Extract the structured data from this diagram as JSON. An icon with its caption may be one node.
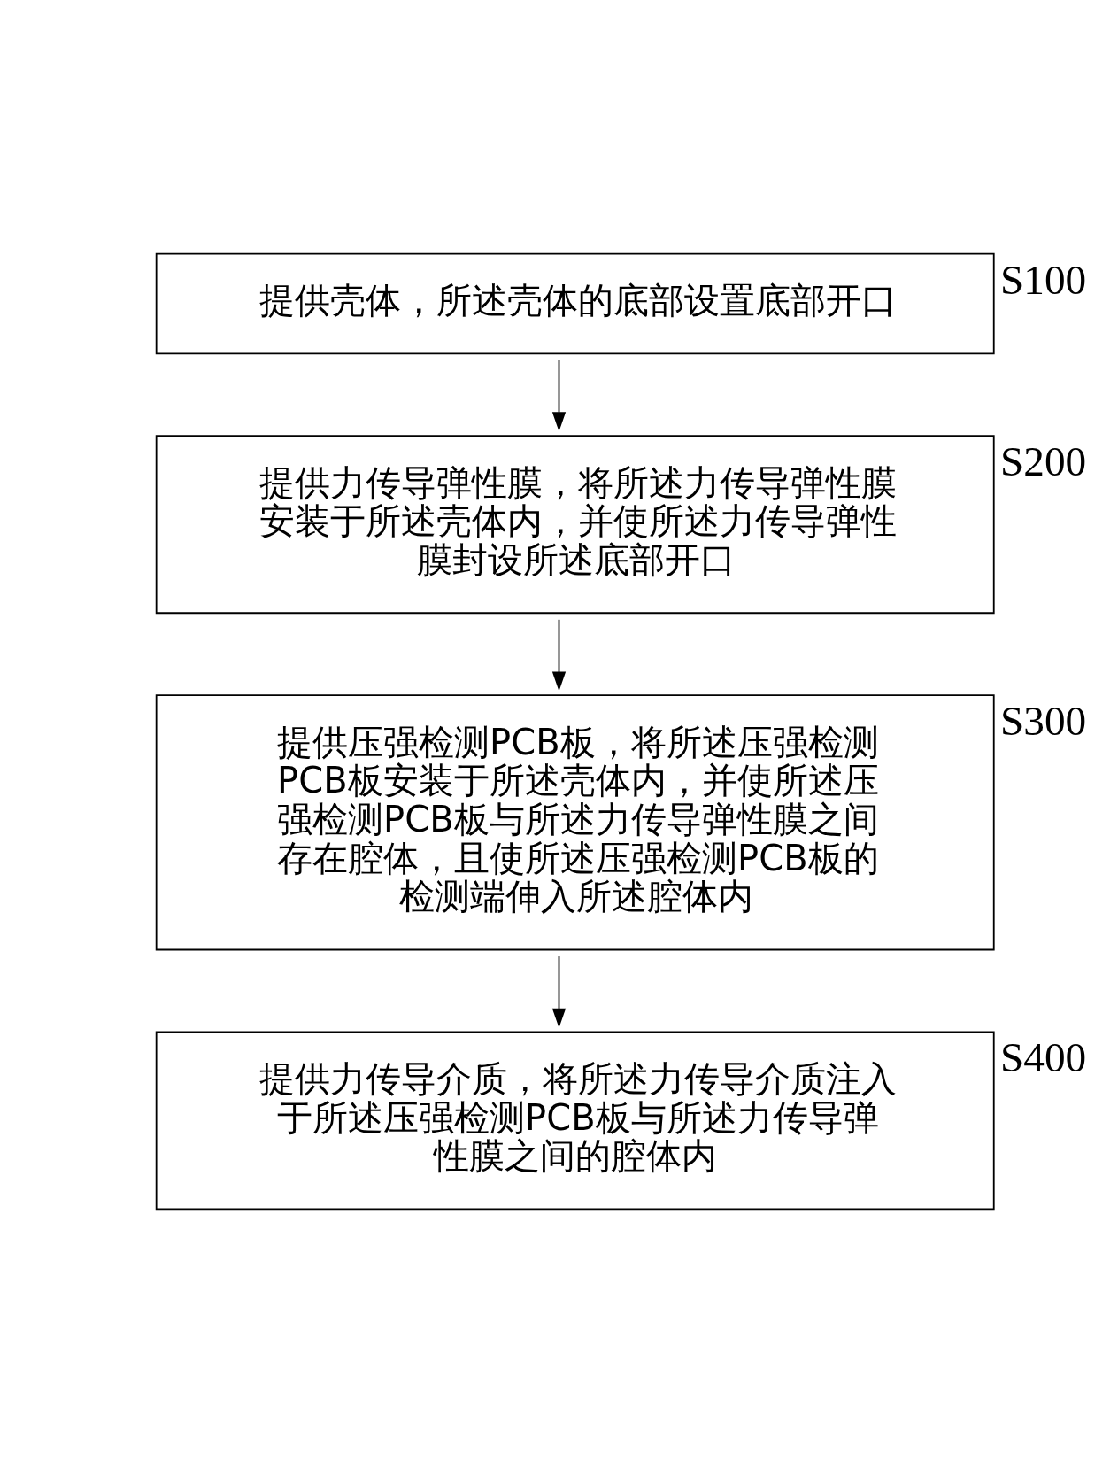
{
  "diagram": {
    "nodes": [
      {
        "text": [
          "提供壳体，所述壳体的底部设置底部开口"
        ],
        "beside": [
          "S100"
        ]
      },
      {
        "text": [
          "提供力传导弹性膜，将所述力传导弹性膜安装于所述壳体内，并使所述力传导弹性膜封设所述底部开口"
        ],
        "beside": [
          "S200"
        ]
      },
      {
        "text": [
          "提供压强检测PCB板，将所述压强检测PCB板安装于所述壳体内，并使所述压强检测PCB板与所述力传导弹性膜之间存在腔体，且使所述压强检测PCB板的检测端伸入所述腔体内"
        ],
        "beside": [
          "S300"
        ]
      },
      {
        "text": [
          "提供力传导介质，将所述力传导介质注入于所述压强检测PCB板与所述力传导弹性膜之间的腔体内"
        ],
        "beside": [
          "S400"
        ]
      }
    ],
    "edges": [
      {
        "from": 0,
        "to": 1,
        "arrow": "to"
      },
      {
        "from": 1,
        "to": 2,
        "arrow": "to"
      },
      {
        "from": 2,
        "to": 3,
        "arrow": "to"
      }
    ]
  }
}
